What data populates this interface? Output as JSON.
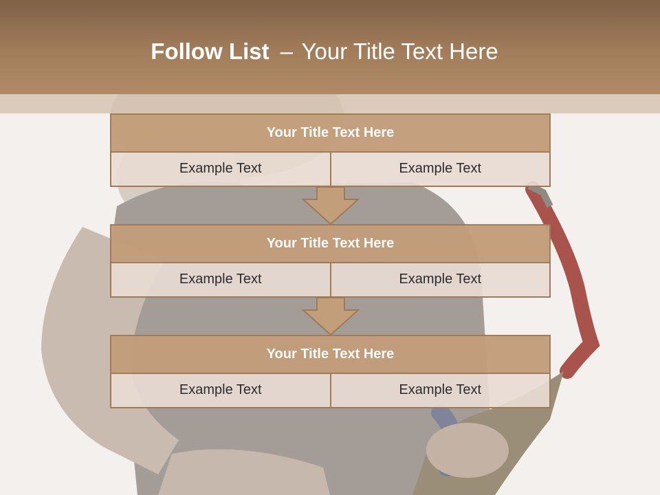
{
  "slide": {
    "title_bold": "Follow List",
    "title_sep": "–",
    "title_rest": "Your Title Text Here"
  },
  "blocks": [
    {
      "title": "Your Title Text Here",
      "cells": [
        "Example Text",
        "Example Text"
      ]
    },
    {
      "title": "Your Title Text Here",
      "cells": [
        "Example Text",
        "Example Text"
      ]
    },
    {
      "title": "Your Title Text Here",
      "cells": [
        "Example Text",
        "Example Text"
      ]
    }
  ],
  "colors": {
    "header": "#a27d5b",
    "block_title": "#c39e7b",
    "cell": "#e8dbd2",
    "border": "#a07a57"
  }
}
